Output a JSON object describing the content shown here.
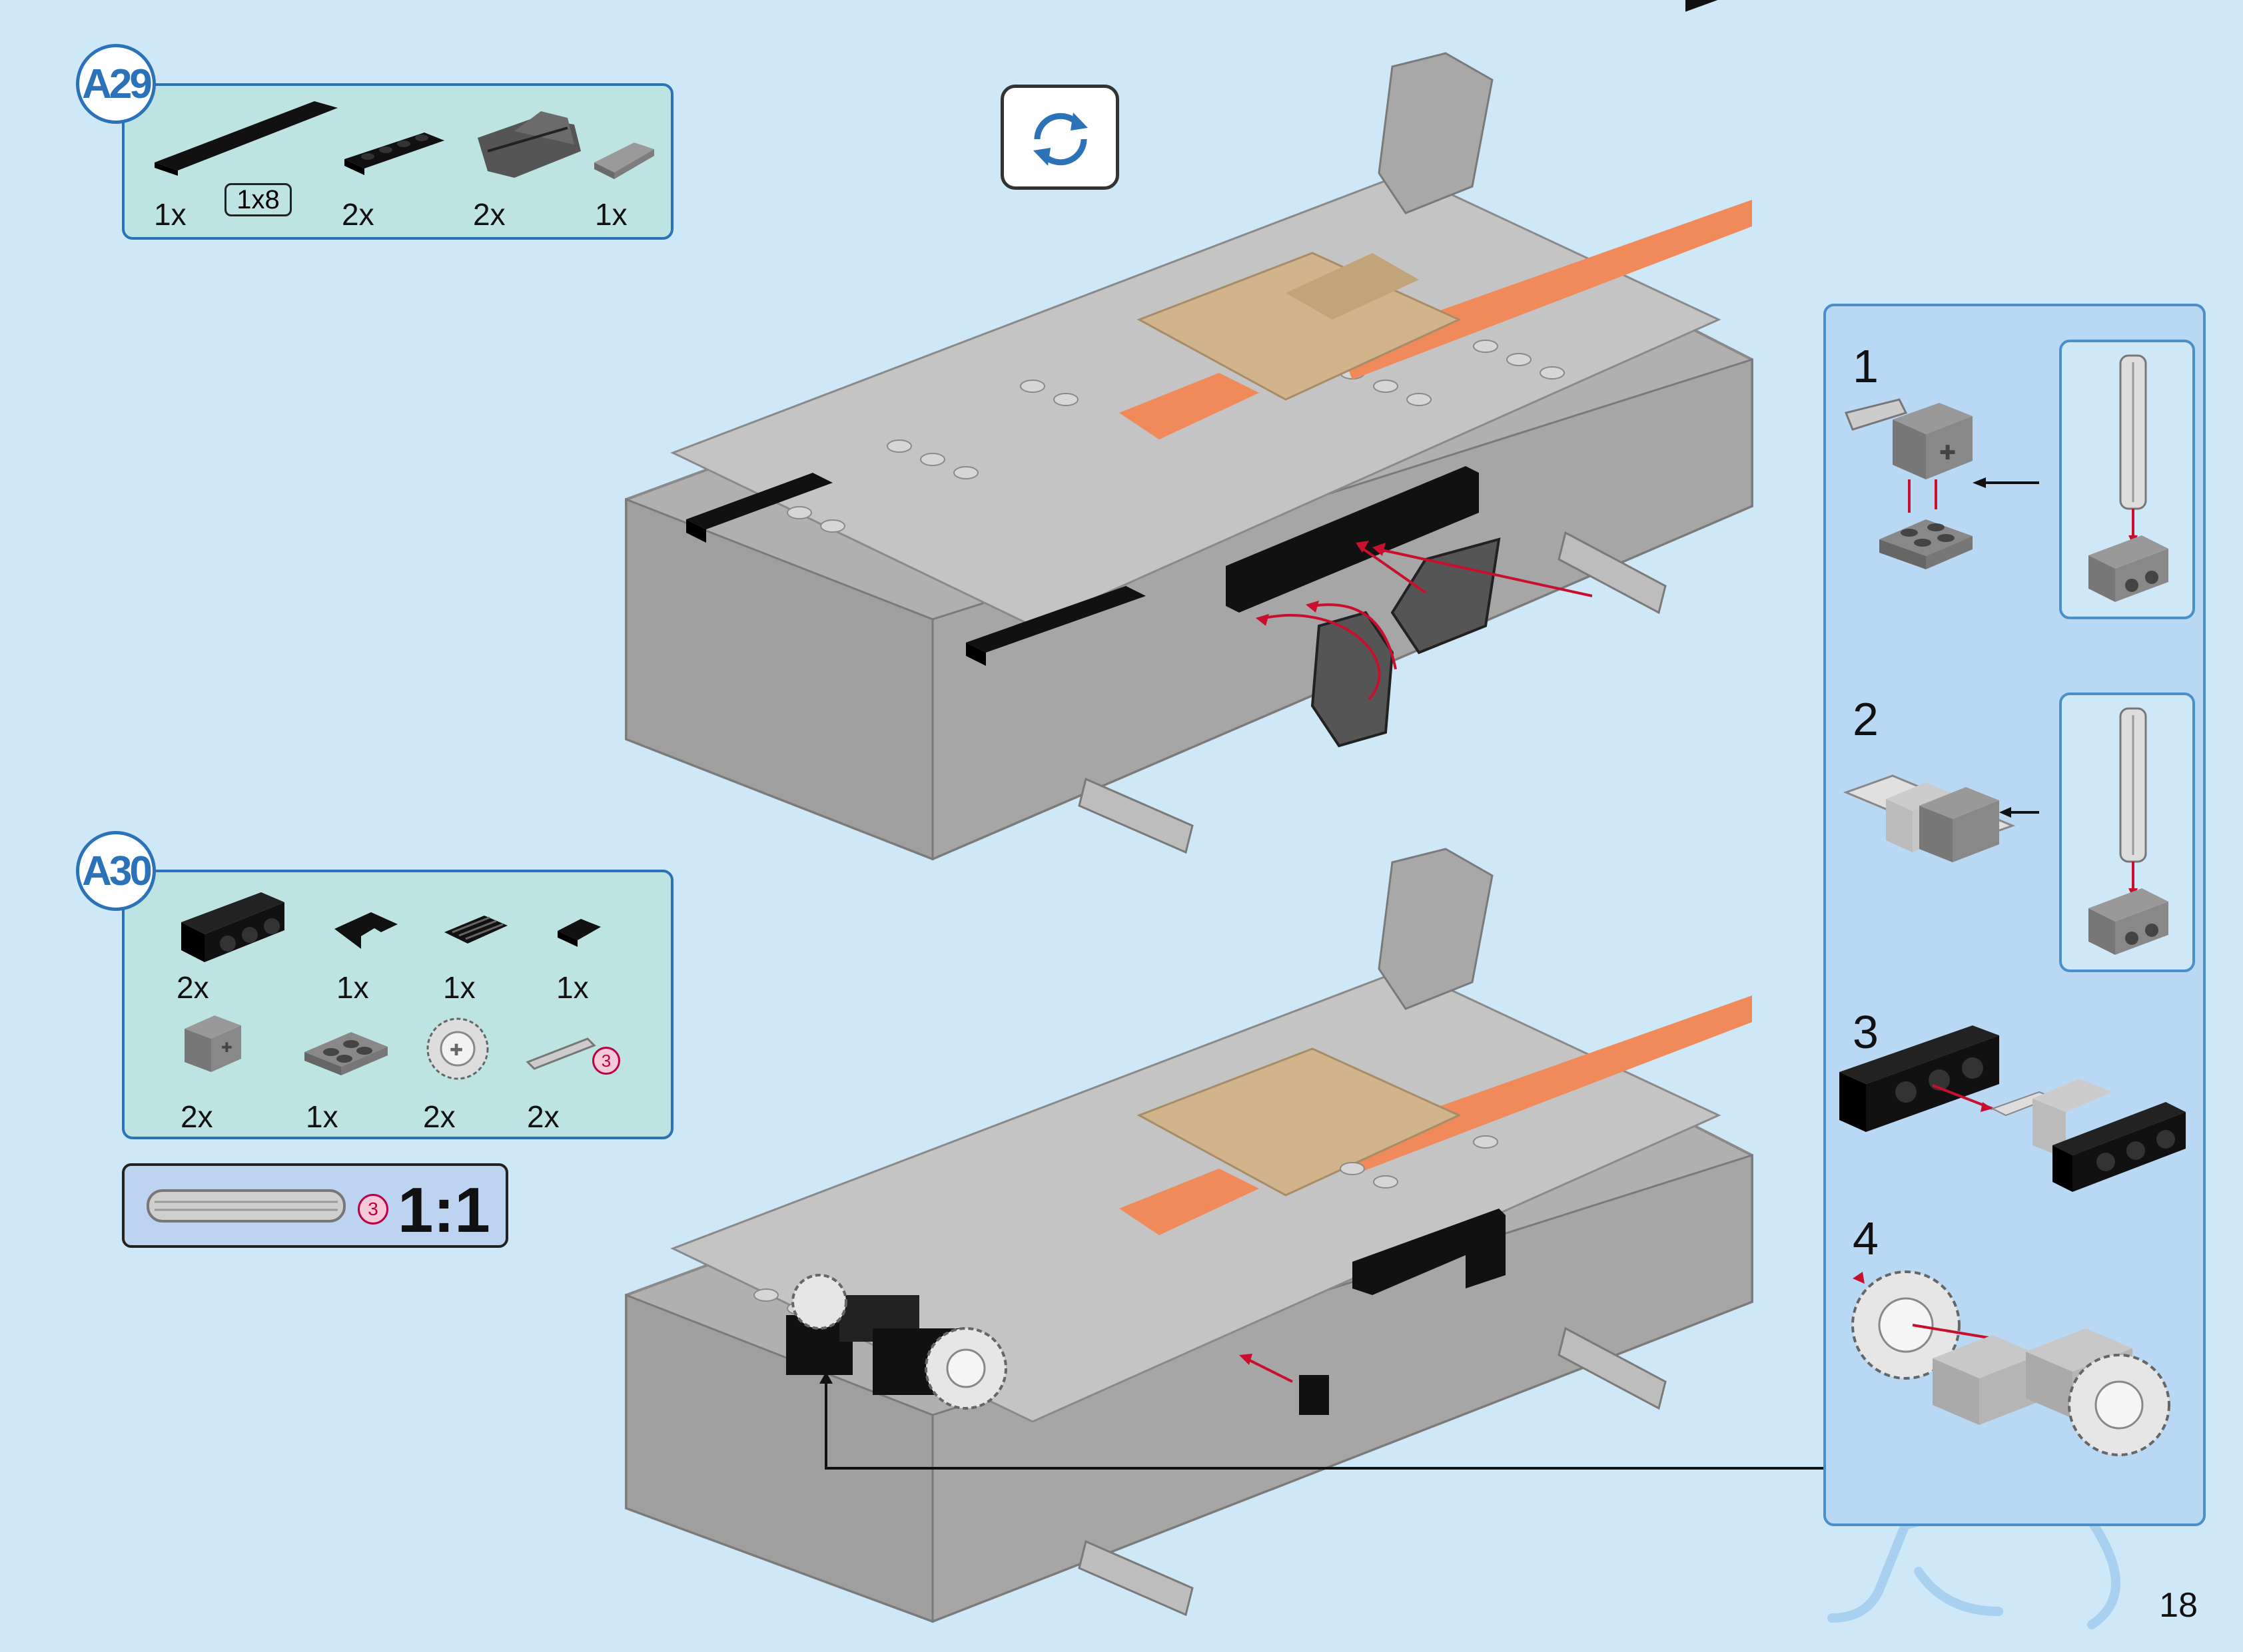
{
  "page": {
    "number": "18"
  },
  "colors": {
    "background": "#cfe8f8",
    "accent_blue": "#2b72b8",
    "parts_box": "#bde3e2",
    "arrow_red": "#c8102e",
    "orange": "#f08a5a",
    "tan": "#d2b48c"
  },
  "step_a29": {
    "badge": "A29",
    "parts": [
      {
        "icon": "black-plate-1x8",
        "qty": "1x",
        "tag": "1x8"
      },
      {
        "icon": "black-plate-1x4",
        "qty": "2x"
      },
      {
        "icon": "dark-gray-wedge",
        "qty": "2x"
      },
      {
        "icon": "gray-slope",
        "qty": "1x"
      }
    ]
  },
  "rotate_icon": "rotate-icon",
  "step_a30": {
    "badge": "A30",
    "parts": [
      {
        "icon": "black-technic-brick-1x4",
        "qty": "2x"
      },
      {
        "icon": "black-corner-plate",
        "qty": "1x"
      },
      {
        "icon": "black-grille-tile",
        "qty": "1x"
      },
      {
        "icon": "black-tile-1x1",
        "qty": "1x"
      },
      {
        "icon": "gray-axle-brick",
        "qty": "2x"
      },
      {
        "icon": "gray-plate-2x2",
        "qty": "1x"
      },
      {
        "icon": "gray-gear",
        "qty": "2x"
      },
      {
        "icon": "gray-axle-3",
        "qty": "2x",
        "marker": "3"
      }
    ]
  },
  "scale": {
    "marker": "3",
    "label": "1:1"
  },
  "sub_steps": [
    {
      "num": "1"
    },
    {
      "num": "2"
    },
    {
      "num": "3"
    },
    {
      "num": "4"
    }
  ]
}
